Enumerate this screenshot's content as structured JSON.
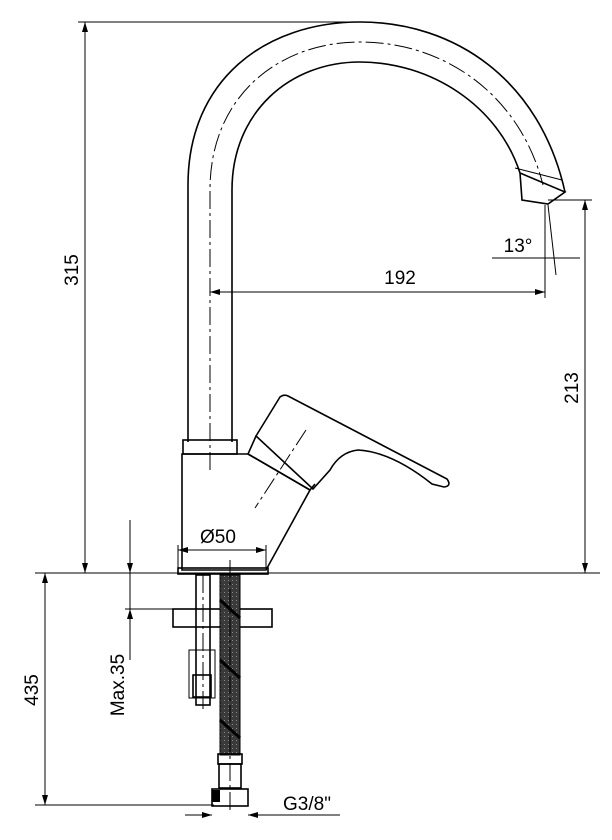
{
  "title": "Kitchen faucet dimension drawing",
  "dimensions": {
    "total_height": "315",
    "spout_reach": "192",
    "spout_angle": "13°",
    "spout_height": "213",
    "base_diameter": "Ø50",
    "hose_length": "435",
    "max_counter_thickness": "Max.35",
    "connection_thread": "G3/8\""
  },
  "colors": {
    "line": "#000000",
    "hose": "#2a2a2a"
  }
}
